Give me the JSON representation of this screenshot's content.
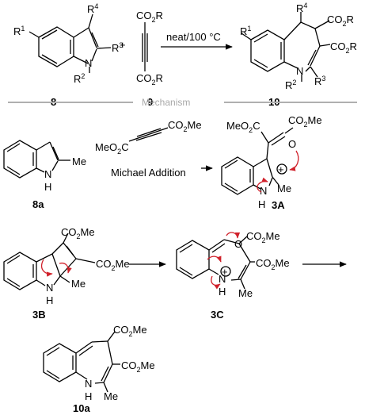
{
  "reaction": {
    "condition": "neat/100 °C",
    "compound_numbers": {
      "indole": "8",
      "alkyne": "9",
      "product": "10"
    },
    "substituents": {
      "r1": "R",
      "r1_sup": "1",
      "r2": "R",
      "r2_sup": "2",
      "r3": "R",
      "r3_sup": "3",
      "r4": "R",
      "r4_sup": "4",
      "co2r": "CO",
      "co2r_sub": "2",
      "co2r_r": "R",
      "n": "N"
    }
  },
  "mechanism": {
    "header": "Mechanism",
    "michael": "Michael Addition",
    "labels": {
      "a": "8a",
      "a3": "3A",
      "b3": "3B",
      "c3": "3C",
      "final": "10a"
    },
    "groups": {
      "me": "Me",
      "co2me_pre": "CO",
      "co2me_sub": "2",
      "co2me_post": "Me",
      "meo2c_pre": "MeO",
      "meo2c_sub": "2",
      "meo2c_post": "C",
      "nh_n": "N",
      "nh_h": "H",
      "plus": "+"
    }
  },
  "colors": {
    "arrow_red": "#d0202a",
    "divider": "#b0b0b0",
    "mechanism_text": "#a8a8a8"
  }
}
